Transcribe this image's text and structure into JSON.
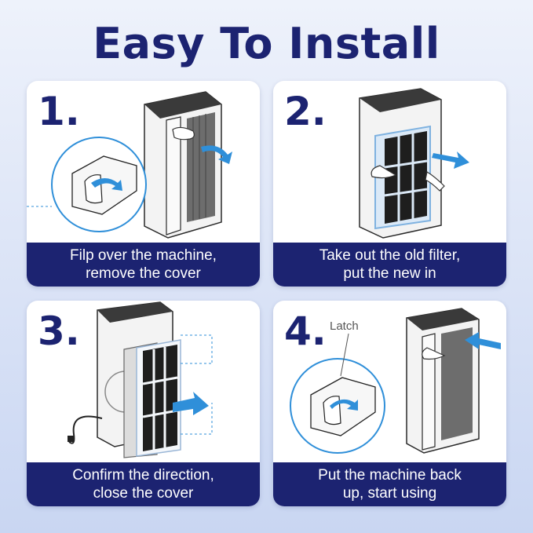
{
  "title": "Easy To Install",
  "steps": [
    {
      "number": "1.",
      "line1": "Filp over the machine,",
      "line2": "remove the cover"
    },
    {
      "number": "2.",
      "line1": "Take out the old filter,",
      "line2": "put the new in"
    },
    {
      "number": "3.",
      "line1": "Confirm the direction,",
      "line2": "close the cover"
    },
    {
      "number": "4.",
      "line1": "Put the machine back",
      "line2": "up, start using",
      "callout": "Latch"
    }
  ],
  "colors": {
    "navy": "#1c2371",
    "arrow": "#2f8fd9",
    "outline": "#2a2a2a"
  }
}
